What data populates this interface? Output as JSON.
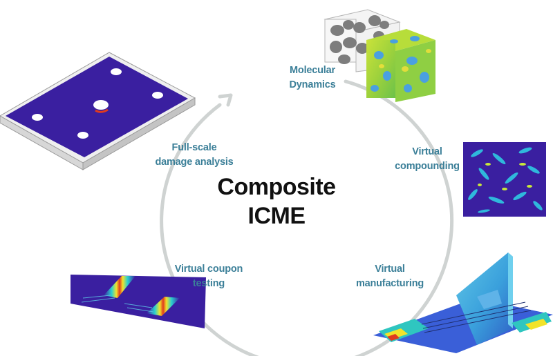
{
  "title": {
    "line1": "Composite",
    "line2": "ICME"
  },
  "steps": {
    "molecular": {
      "line1": "Molecular",
      "line2": "Dynamics"
    },
    "compounding": {
      "line1": "Virtual",
      "line2": "compounding"
    },
    "manufacturing": {
      "line1": "Virtual",
      "line2": "manufacturing"
    },
    "coupon": {
      "line1": "Virtual coupon",
      "line2": "testing"
    },
    "fullscale": {
      "line1": "Full-scale",
      "line2": "damage analysis"
    }
  },
  "colors": {
    "label": "#3b7f98",
    "cycle_arrow": "#cfd3d2",
    "title": "#111111",
    "fem_background": "#3a1fa0",
    "hotspot": "#e03b1f"
  }
}
